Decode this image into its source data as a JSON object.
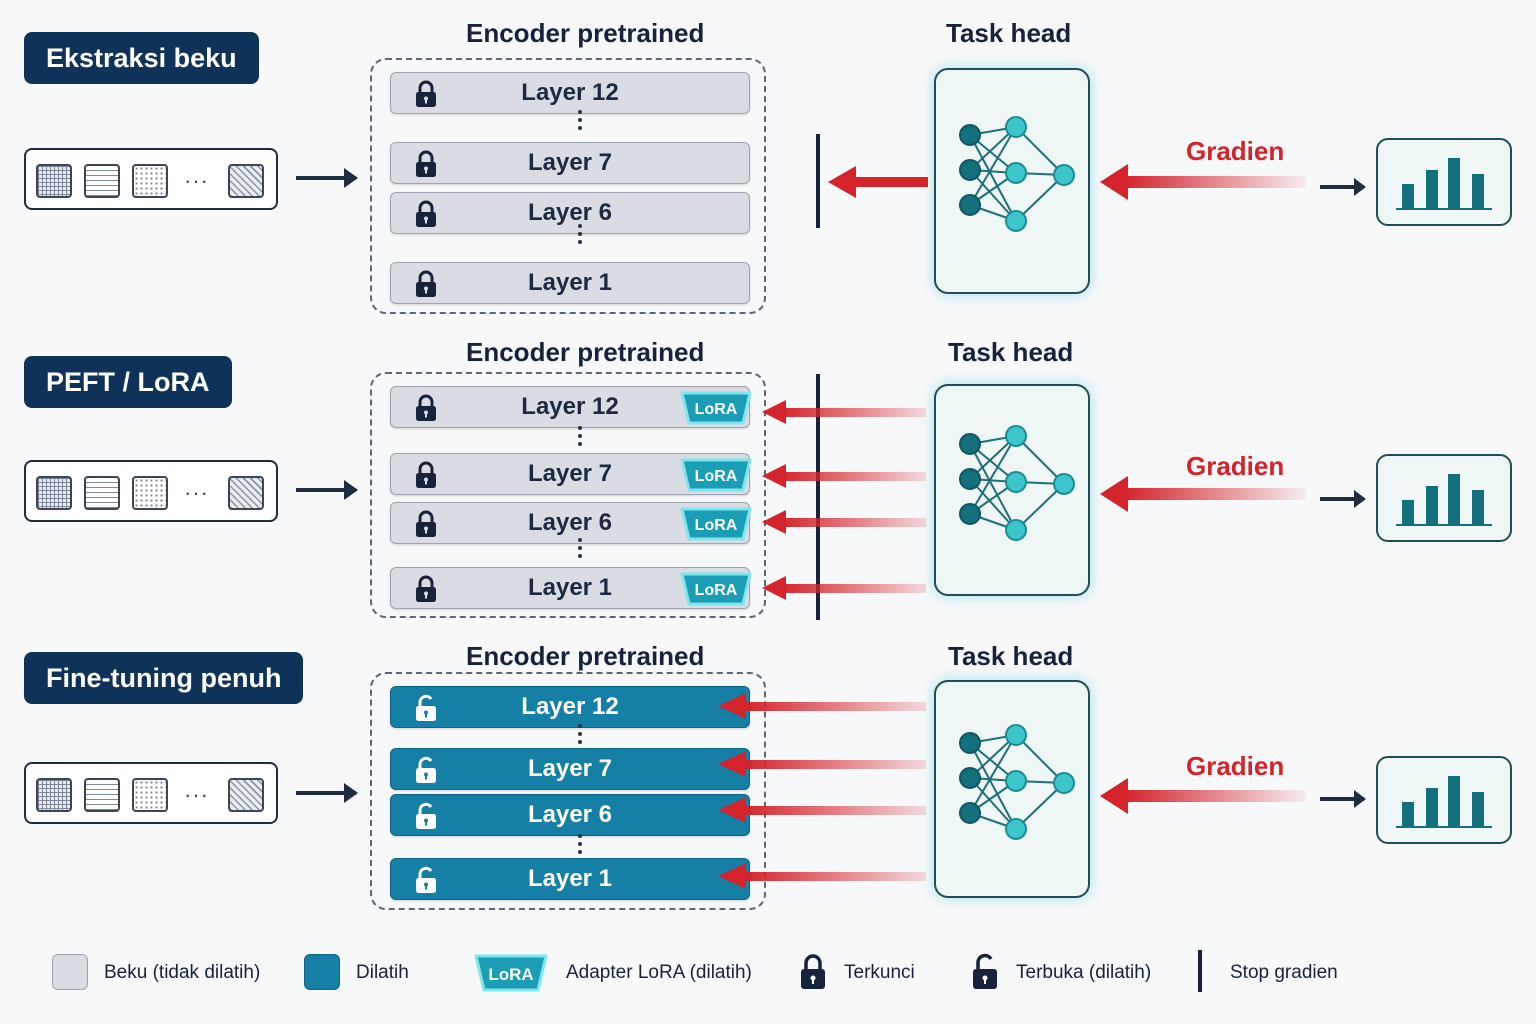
{
  "panels": [
    {
      "mode": "Ekstraksi beku",
      "encoder_title": "Encoder pretrained",
      "head_title": "Task head",
      "gradient_label": "Gradien",
      "layers": [
        "Layer 12",
        "Layer 7",
        "Layer 6",
        "Layer 1"
      ],
      "layer_state": "frozen",
      "lora": false,
      "stop_gradient": true
    },
    {
      "mode": "PEFT / LoRA",
      "encoder_title": "Encoder pretrained",
      "head_title": "Task head",
      "gradient_label": "Gradien",
      "layers": [
        "Layer 12",
        "Layer 7",
        "Layer 6",
        "Layer 1"
      ],
      "layer_state": "frozen",
      "lora": true,
      "lora_label": "LoRA",
      "stop_gradient": true
    },
    {
      "mode": "Fine-tuning penuh",
      "encoder_title": "Encoder pretrained",
      "head_title": "Task head",
      "gradient_label": "Gradien",
      "layers": [
        "Layer 12",
        "Layer 7",
        "Layer 6",
        "Layer 1"
      ],
      "layer_state": "trained",
      "lora": false,
      "stop_gradient": false
    }
  ],
  "input_ellipsis": "···",
  "legend": {
    "frozen": "Beku (tidak dilatih)",
    "trained": "Dilatih",
    "lora_tag": "LoRA",
    "lora": "Adapter LoRA (dilatih)",
    "locked": "Terkunci",
    "unlocked": "Terbuka (dilatih)",
    "stop": "Stop gradien"
  },
  "colors": {
    "frozen_layer": "#d9dde3",
    "trained_layer": "#157fa6",
    "lora": "#1a9db5",
    "gradient": "#d4232b",
    "badge": "#0f3358",
    "head": "#1a8a96"
  },
  "icons": [
    "lock-icon",
    "unlock-icon",
    "neural-network-icon",
    "bar-chart-icon",
    "stop-gradient-bar"
  ]
}
